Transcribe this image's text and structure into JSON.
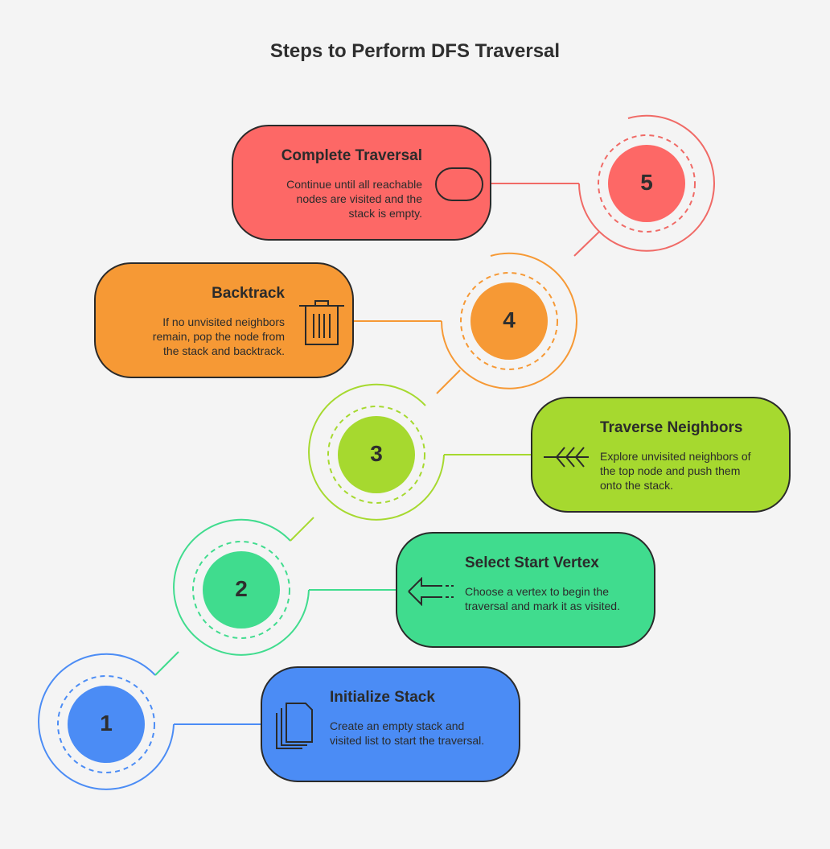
{
  "title": "Steps to Perform DFS Traversal",
  "steps": [
    {
      "number": "1",
      "title": "Initialize Stack",
      "description": "Create an empty stack and visited list to start the traversal.",
      "icon": "documents-stack-icon",
      "color": "#4b8cf5",
      "ring_color": "#4b8cf5"
    },
    {
      "number": "2",
      "title": "Select Start Vertex",
      "description": "Choose a vertex to begin the traversal and mark it as visited.",
      "icon": "arrow-left-icon",
      "color": "#40dc8e",
      "ring_color": "#40dc8e"
    },
    {
      "number": "3",
      "title": "Traverse Neighbors",
      "description": "Explore unvisited neighbors of the top node and push them onto the stack.",
      "icon": "fletching-arrow-icon",
      "color": "#a6d92f",
      "ring_color": "#a6d92f"
    },
    {
      "number": "4",
      "title": "Backtrack",
      "description": "If no unvisited neighbors remain, pop the node from the stack and backtrack.",
      "icon": "trash-icon",
      "color": "#f69935",
      "ring_color": "#f69935"
    },
    {
      "number": "5",
      "title": "Complete Traversal",
      "description": "Continue until all reachable nodes are visited and the stack is empty.",
      "icon": "toggle-pill-icon",
      "color": "#fd6866",
      "ring_color": "#f06a66"
    }
  ]
}
